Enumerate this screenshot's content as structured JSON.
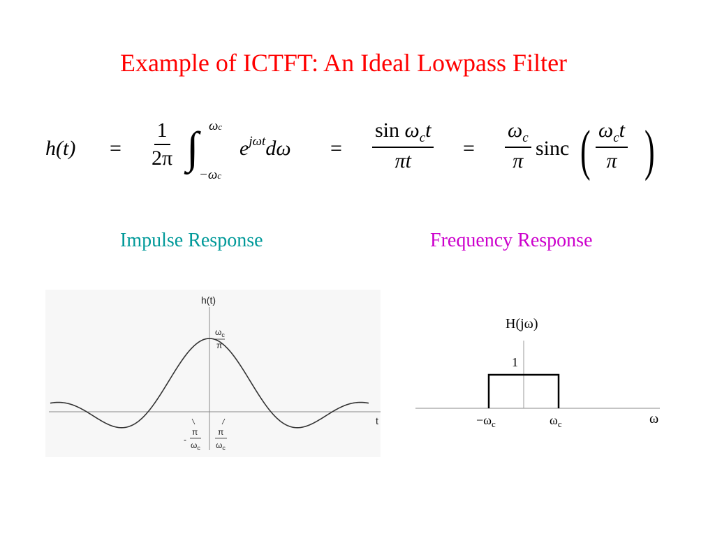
{
  "slide": {
    "title": "Example of ICTFT: An Ideal Lowpass Filter",
    "title_color": "#ff0000"
  },
  "equation": {
    "lhs": "h(t)",
    "eq": "=",
    "term1_num": "1",
    "term1_den": "2π",
    "integral_upper": "ω",
    "integral_upper_sub": "c",
    "integral_lower": "−ω",
    "integral_lower_sub": "c",
    "integrand_base": "e",
    "integrand_exp": "jωt",
    "integrand_d": "dω",
    "term2_num_fn": "sin ",
    "term2_num_w": "ω",
    "term2_num_sub": "c",
    "term2_num_t": "t",
    "term2_den": "πt",
    "term3_coef_num": "ω",
    "term3_coef_num_sub": "c",
    "term3_coef_den": "π",
    "term3_fn": "sinc",
    "term3_arg_num": "ω",
    "term3_arg_num_sub": "c",
    "term3_arg_num_t": "t",
    "term3_arg_den": "π"
  },
  "labels": {
    "impulse": "Impulse Response",
    "impulse_color": "#009999",
    "frequency": "Frequency Response",
    "frequency_color": "#cc00cc"
  },
  "impulse_plot": {
    "y_label": "h(t)",
    "x_label": "t",
    "peak_num": "ω",
    "peak_num_sub": "c",
    "peak_den": "π",
    "neg_zero_sign": "-",
    "neg_zero_num": "π",
    "neg_zero_den": "ω",
    "neg_zero_den_sub": "c",
    "pos_zero_num": "π",
    "pos_zero_den": "ω",
    "pos_zero_den_sub": "c"
  },
  "frequency_plot": {
    "y_label": "H(jω)",
    "level_label": "1",
    "x_label": "ω",
    "neg_cutoff": "−ω",
    "neg_cutoff_sub": "c",
    "pos_cutoff": "ω",
    "pos_cutoff_sub": "c"
  }
}
